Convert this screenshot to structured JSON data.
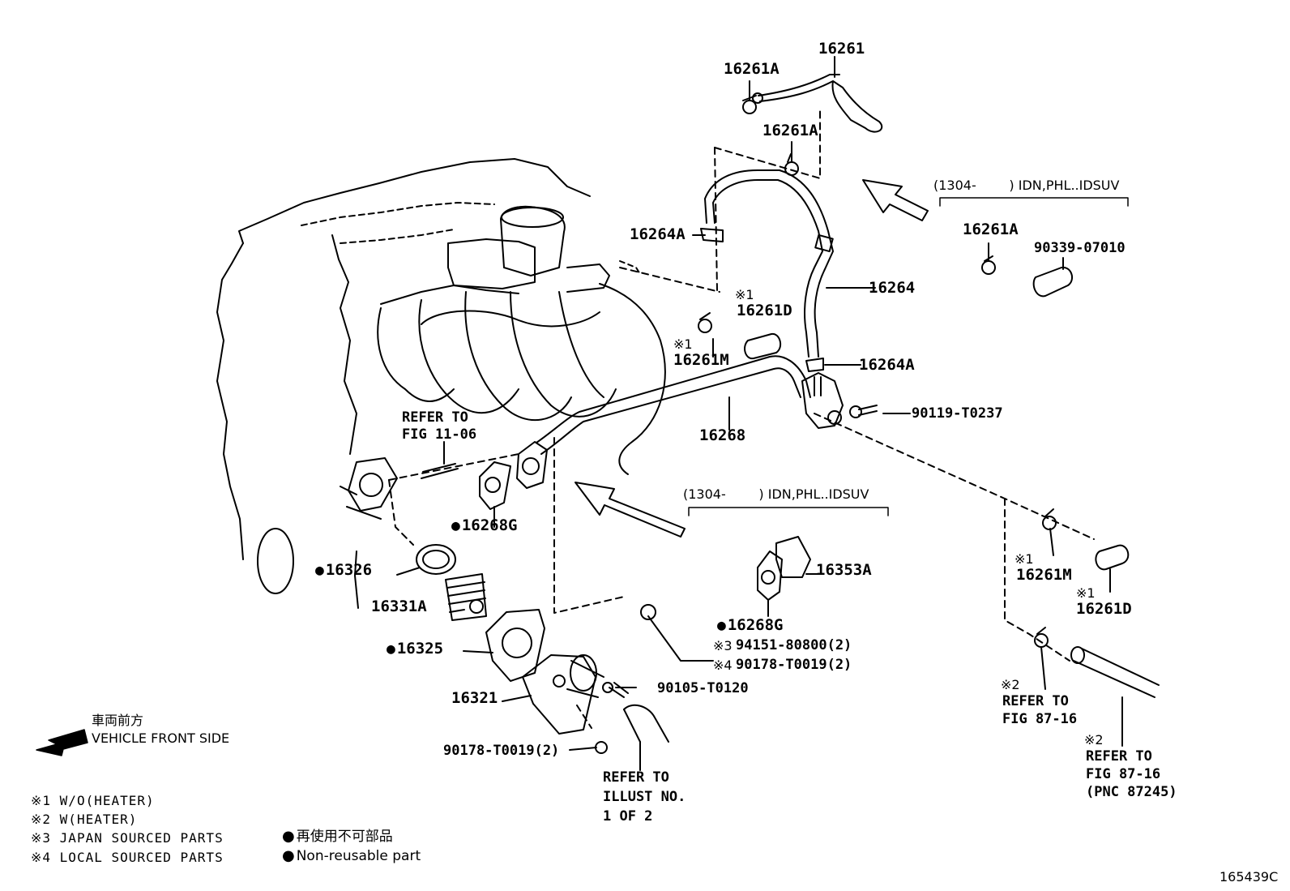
{
  "diagram_id": "165439C",
  "callouts": {
    "p16261": "16261",
    "p16261A_1": "16261A",
    "p16261A_2": "16261A",
    "p16264A_1": "16264A",
    "p16264": "16264",
    "p16264A_2": "16264A",
    "p16261D_1": "16261D",
    "p16261M_1": "16261M",
    "p90119": "90119-T0237",
    "p16268": "16268",
    "p16261A_3": "16261A",
    "p90339": "90339-07010",
    "p16268G_1": "16268G",
    "p16326": "16326",
    "p16331A": "16331A",
    "p16325": "16325",
    "p16321": "16321",
    "p90178_a": "90178-T0019(2)",
    "p90105": "90105-T0120",
    "p16353A": "16353A",
    "p16268G_2": "16268G",
    "p94151": "94151-80800(2)",
    "p90178_b": "90178-T0019(2)",
    "p16261M_2": "16261M",
    "p16261D_2": "16261D"
  },
  "marks": {
    "m1": "※1",
    "m2": "※2",
    "m3": "※3",
    "m4": "※4"
  },
  "applicability": {
    "top": "(1304-        ) IDN,PHL..IDSUV",
    "middle": "(1304-        ) IDN,PHL..IDSUV"
  },
  "references": {
    "fig1106_l1": "REFER TO",
    "fig1106_l2": "FIG 11-06",
    "illust_l1": "REFER TO",
    "illust_l2": "ILLUST NO.",
    "illust_l3": "1 OF 2",
    "fig8716a_l1": "REFER TO",
    "fig8716a_l2": "FIG 87-16",
    "fig8716b_l1": "REFER TO",
    "fig8716b_l2": "FIG 87-16",
    "fig8716b_l3": "(PNC 87245)"
  },
  "direction": {
    "jp": "車両前方",
    "en": "VEHICLE FRONT SIDE"
  },
  "legend": {
    "n1": "※1 W/O(HEATER)",
    "n2": "※2 W(HEATER)",
    "n3": "※3 JAPAN SOURCED PARTS",
    "n4": "※4 LOCAL SOURCED PARTS",
    "jp_nonreuse": "再使用不可部品",
    "en_nonreuse": "Non-reusable part"
  }
}
